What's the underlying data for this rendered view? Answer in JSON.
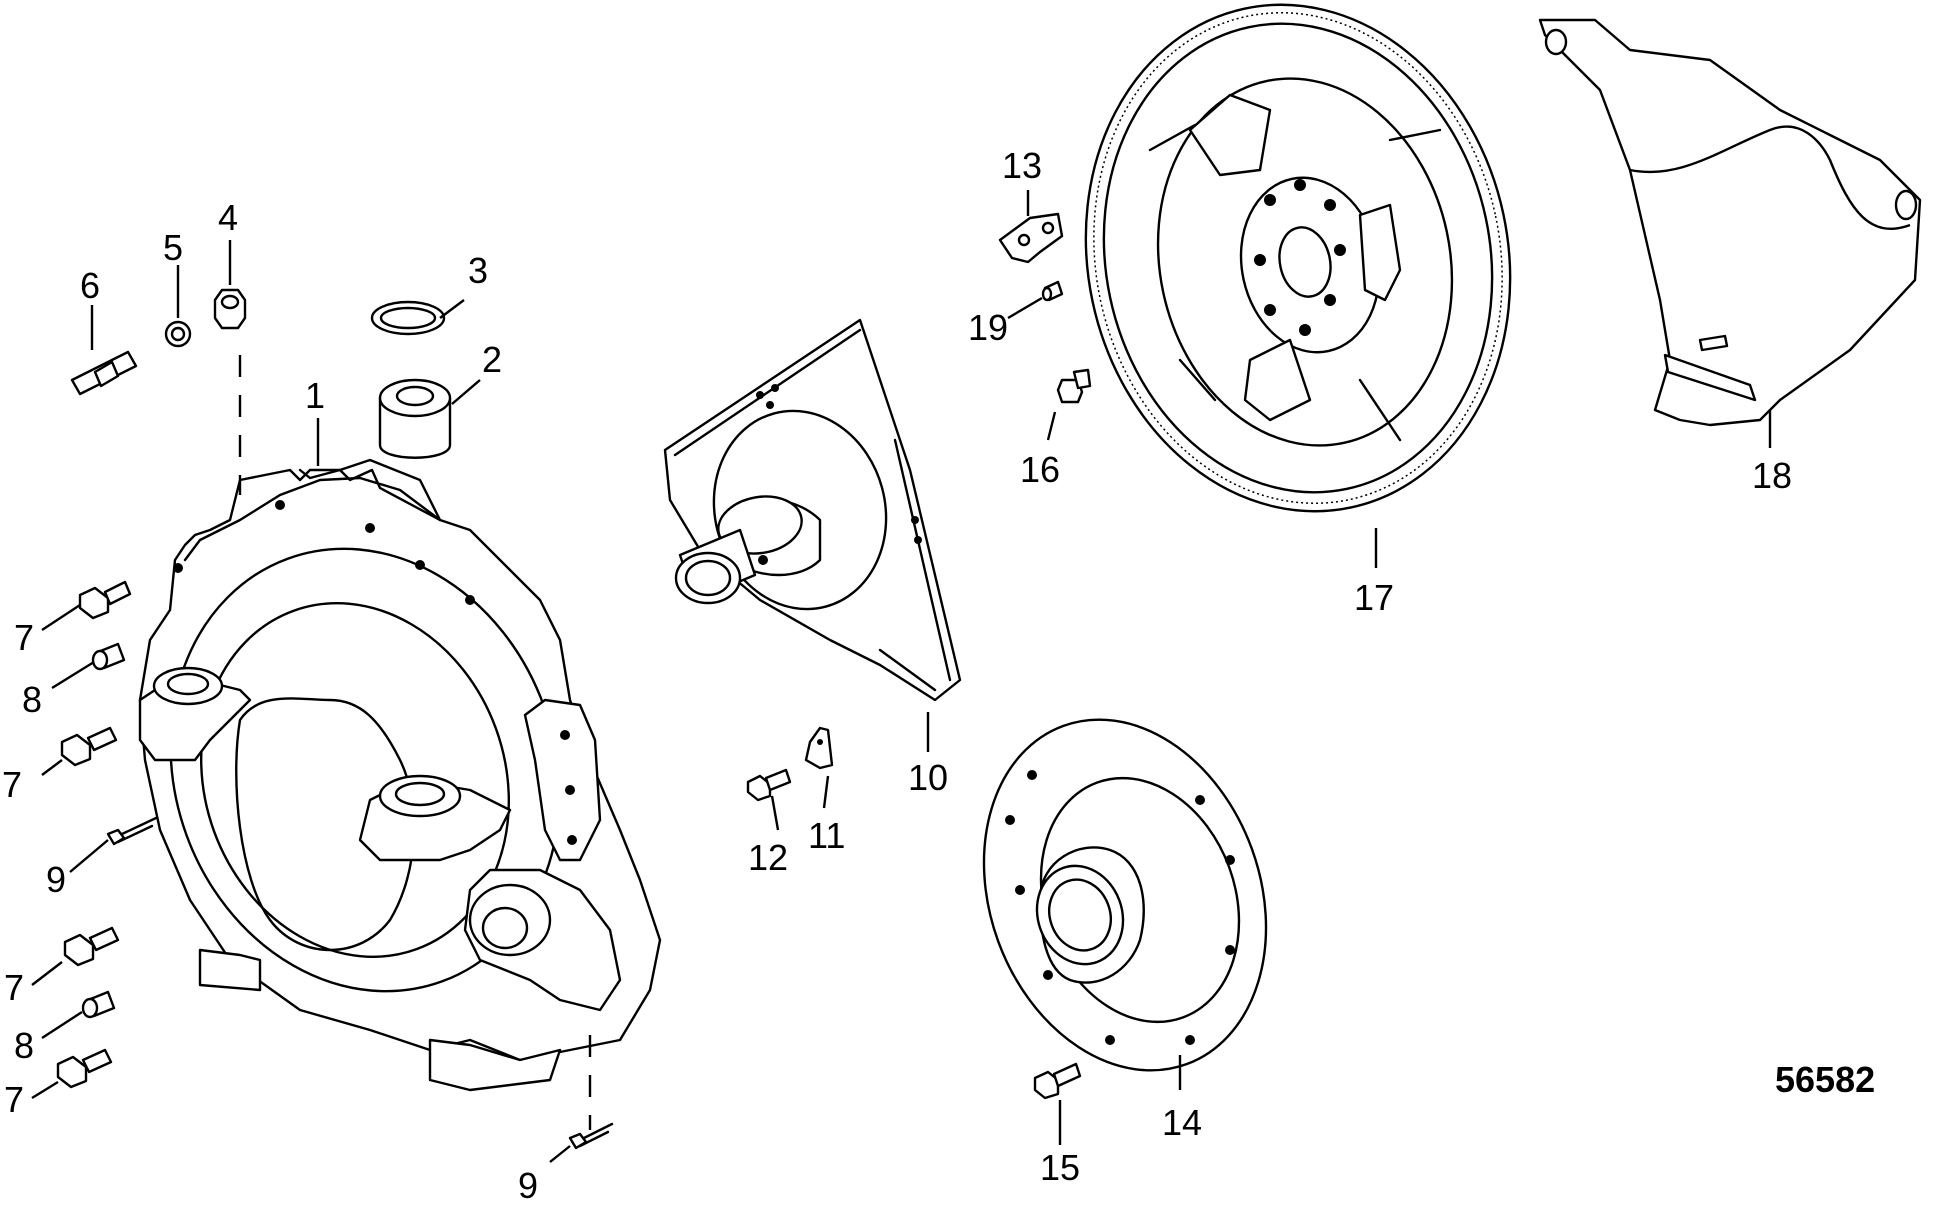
{
  "diagram": {
    "reference_number": "56582",
    "callouts": [
      "1",
      "2",
      "3",
      "4",
      "5",
      "6",
      "7",
      "8",
      "7",
      "9",
      "7",
      "8",
      "7",
      "9",
      "10",
      "11",
      "12",
      "13",
      "14",
      "15",
      "16",
      "17",
      "18",
      "19"
    ]
  },
  "parts": [
    {
      "id": "1",
      "shape": "flywheel-housing"
    },
    {
      "id": "2",
      "shape": "mount-bushing"
    },
    {
      "id": "3",
      "shape": "ring"
    },
    {
      "id": "4",
      "shape": "hex-nut"
    },
    {
      "id": "5",
      "shape": "washer"
    },
    {
      "id": "6",
      "shape": "stud"
    },
    {
      "id": "7",
      "shape": "bolt"
    },
    {
      "id": "8",
      "shape": "dowel-pin"
    },
    {
      "id": "9",
      "shape": "bolt"
    },
    {
      "id": "10",
      "shape": "drive-plate-with-coupler"
    },
    {
      "id": "11",
      "shape": "plate"
    },
    {
      "id": "12",
      "shape": "screw"
    },
    {
      "id": "13",
      "shape": "bracket"
    },
    {
      "id": "14",
      "shape": "coupler"
    },
    {
      "id": "15",
      "shape": "screw"
    },
    {
      "id": "16",
      "shape": "flange-nut"
    },
    {
      "id": "17",
      "shape": "flywheel-ring-gear"
    },
    {
      "id": "18",
      "shape": "cover-plate"
    },
    {
      "id": "19",
      "shape": "pin"
    }
  ]
}
